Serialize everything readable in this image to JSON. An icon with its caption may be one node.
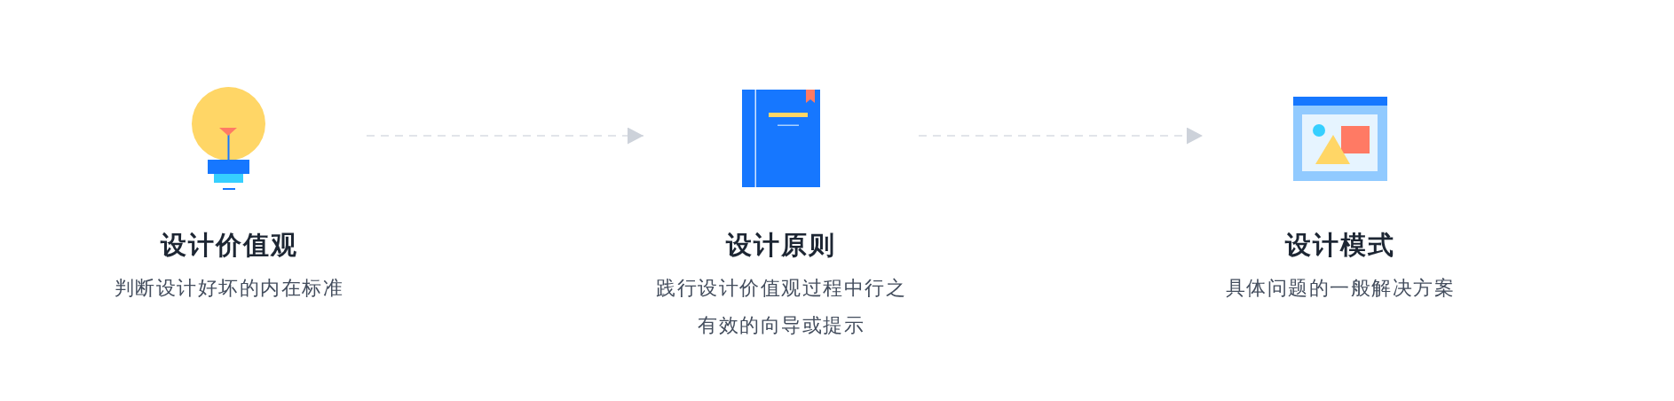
{
  "diagram": {
    "nodes": [
      {
        "text": [
          "设计价值观",
          "判断设计好坏的内在标准"
        ]
      },
      {
        "text": [
          "设计原则",
          "践行设计价值观过程中行之有效的向导或提示"
        ]
      },
      {
        "text": [
          "设计模式",
          "具体问题的一般解决方案"
        ]
      }
    ],
    "edges": [
      {
        "from": 0,
        "to": 1,
        "arrow": "to",
        "style": "dashed"
      },
      {
        "from": 1,
        "to": 2,
        "arrow": "to",
        "style": "dashed"
      }
    ]
  }
}
